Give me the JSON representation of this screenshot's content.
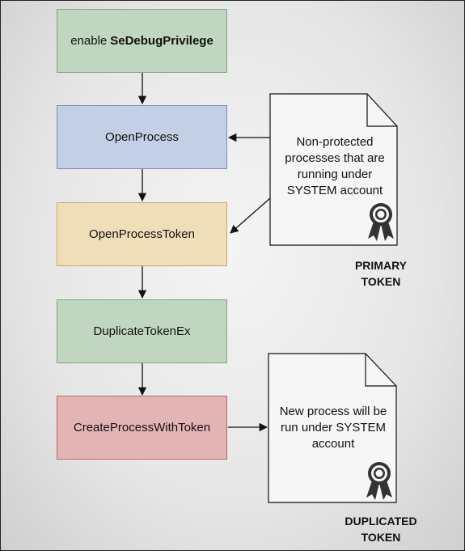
{
  "steps": {
    "enable_prefix": "enable",
    "enable_privilege": "SeDebugPrivilege",
    "open_process": "OpenProcess",
    "open_process_token": "OpenProcessToken",
    "duplicate_token": "DuplicateTokenEx",
    "create_process": "CreateProcessWithToken"
  },
  "documents": {
    "primary": {
      "lines": [
        "Non-protected",
        "processes that are",
        "running under",
        "SYSTEM account"
      ],
      "label_lines": [
        "PRIMARY",
        "TOKEN"
      ]
    },
    "duplicated": {
      "lines": [
        "New process will be",
        "run under SYSTEM",
        "account"
      ],
      "label_lines": [
        "DUPLICATED",
        "TOKEN"
      ]
    }
  },
  "colors": {
    "green": "#c0d6c0",
    "blue": "#c2cfe4",
    "yellow": "#efdfb8",
    "red": "#e3b4b4"
  }
}
